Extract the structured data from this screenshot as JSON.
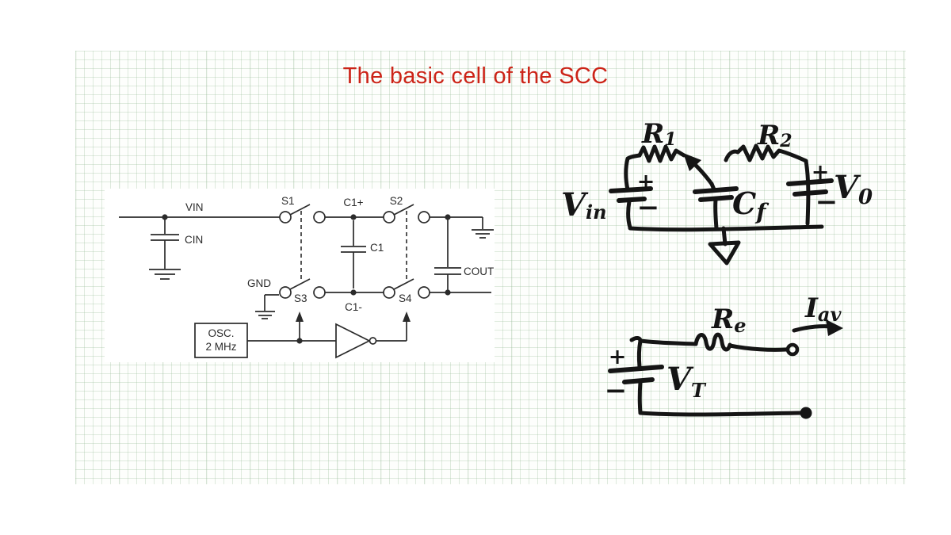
{
  "slide": {
    "title": "The basic cell of the SCC"
  },
  "schematic": {
    "labels": {
      "vin": "VIN",
      "cin": "CIN",
      "s1": "S1",
      "s2": "S2",
      "s3": "S3",
      "s4": "S4",
      "gnd": "GND",
      "c1_plus": "C1+",
      "c1_minus": "C1-",
      "c1": "C1",
      "cout": "COUT",
      "osc_line1": "OSC.",
      "osc_line2": "2 MHz"
    }
  },
  "handwritten": {
    "vin": {
      "main": "V",
      "sub": "in"
    },
    "r1": {
      "main": "R",
      "sub": "1"
    },
    "r2": {
      "main": "R",
      "sub": "2"
    },
    "cf": {
      "main": "C",
      "sub": "f"
    },
    "vo": {
      "main": "V",
      "sub": "0"
    },
    "re": {
      "main": "R",
      "sub": "e"
    },
    "iav": {
      "main": "I",
      "sub": "av"
    },
    "vt": {
      "main": "V",
      "sub": "T"
    },
    "plus": "+",
    "minus": "−"
  },
  "colors": {
    "title": "#cc2418",
    "ink": "#151515",
    "schematic": "#2b2b2b"
  }
}
